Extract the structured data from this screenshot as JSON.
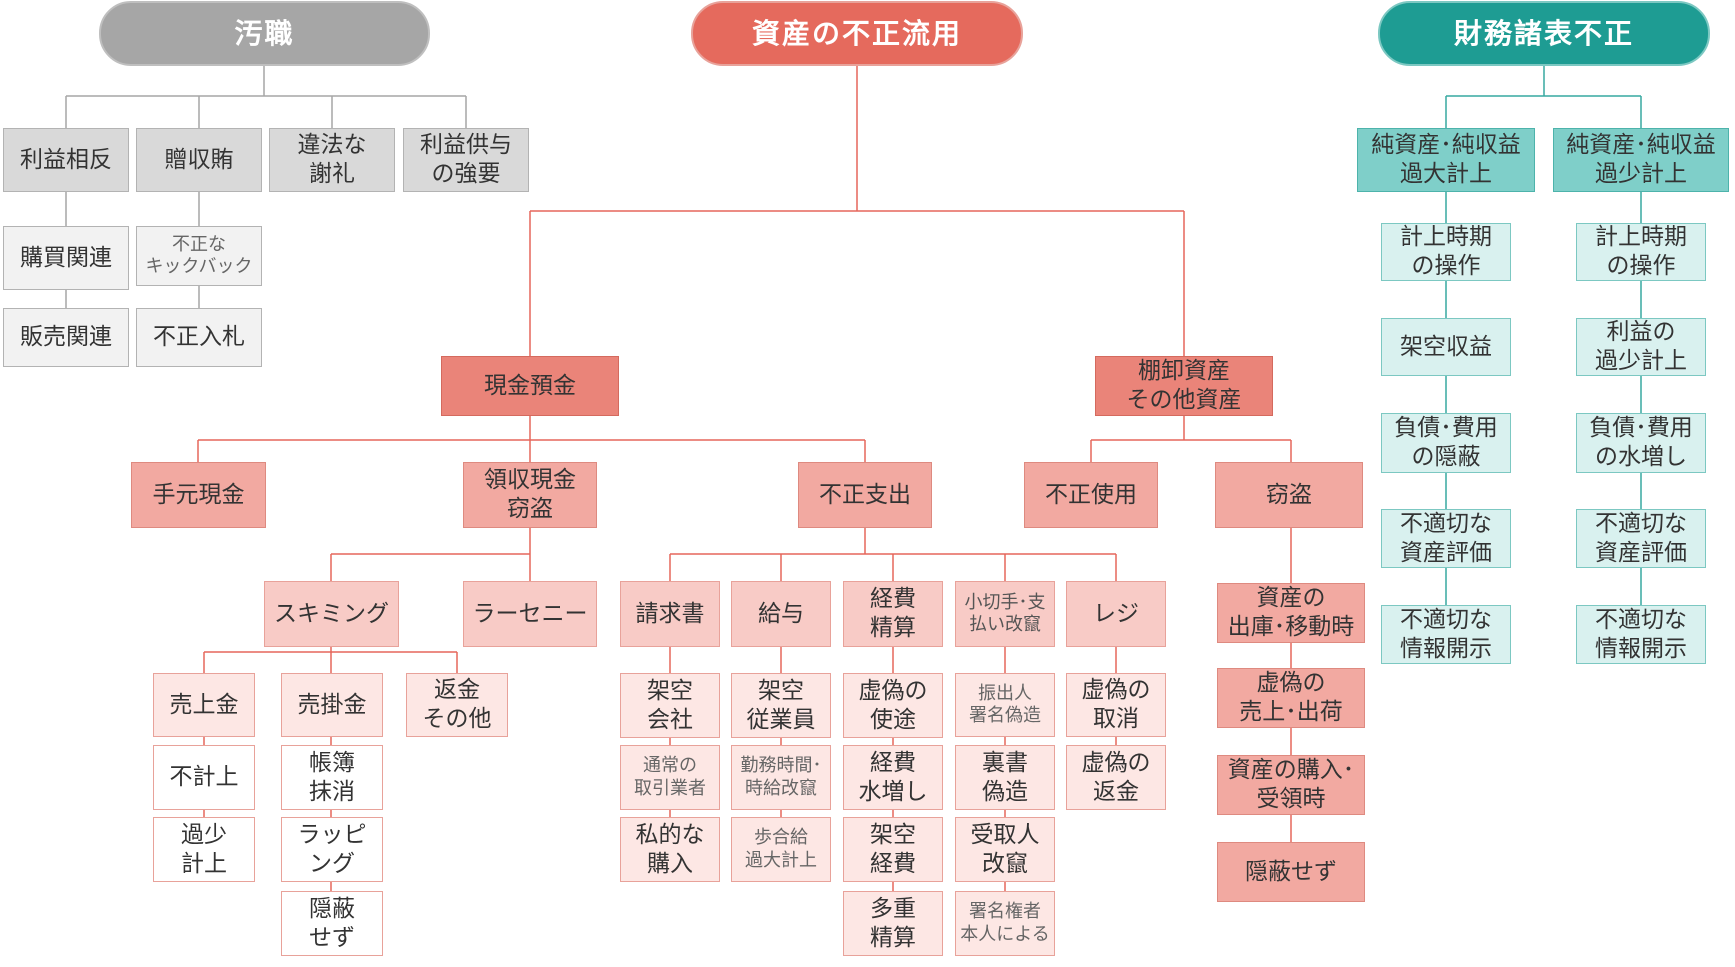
{
  "headers": {
    "corruption": "汚職",
    "misappropriation": "資産の不正流用",
    "fraud_statements": "財務諸表不正"
  },
  "corruption": {
    "conflict": "利益相反",
    "purchase": "購買関連",
    "sales": "販売関連",
    "bribery": "贈収賄",
    "kickback": "不正な\nキックバック",
    "bid_rigging": "不正入札",
    "illegal_gratuity": "違法な\n謝礼",
    "extortion": "利益供与\nの強要"
  },
  "cash": {
    "title": "現金預金",
    "on_hand": "手元現金",
    "receipts": "領収現金\n窃盗",
    "skimming": "スキミング",
    "larceny": "ラーセニー",
    "sales": "売上金",
    "unrecorded": "不計上",
    "understated": "過少\n計上",
    "receivables": "売掛金",
    "write_off": "帳簿\n抹消",
    "lapping": "ラッピ\nング",
    "not_concealed": "隠蔽\nせず",
    "refunds": "返金\nその他",
    "disbursements": "不正支出",
    "billing": "請求書",
    "shell_company": "架空\n会社",
    "normal_vendor": "通常の\n取引業者",
    "personal_purchase": "私的な\n購入",
    "payroll": "給与",
    "ghost_employee": "架空\n従業員",
    "falsified_hours": "勤務時間･\n時給改竄",
    "commission": "歩合給\n過大計上",
    "expense": "経費\n精算",
    "mischaracterized": "虚偽の\n使途",
    "overstated": "経費\n水増し",
    "fictitious": "架空\n経費",
    "multiple": "多重\n精算",
    "check": "小切手･支\n払い改竄",
    "forged_maker": "振出人\n署名偽造",
    "forged_endorse": "裏書\n偽造",
    "altered_payee": "受取人\n改竄",
    "authorized_maker": "署名権者\n本人による",
    "register": "レジ",
    "false_void": "虚偽の\n取消",
    "false_refund": "虚偽の\n返金"
  },
  "inventory": {
    "title": "棚卸資産\nその他資産",
    "misuse": "不正使用",
    "theft": "窃盗",
    "transfer": "資産の\n出庫･移動時",
    "false_sales": "虚偽の\n売上･出荷",
    "purchasing": "資産の購入･\n受領時",
    "not_concealed": "隠蔽せず"
  },
  "statements": {
    "over": "純資産･純収益\n過大計上",
    "under": "純資産･純収益\n過少計上",
    "over_items": [
      "計上時期\nの操作",
      "架空収益",
      "負債･費用\nの隠蔽",
      "不適切な\n資産評価",
      "不適切な\n情報開示"
    ],
    "under_items": [
      "計上時期\nの操作",
      "利益の\n過少計上",
      "負債･費用\nの水増し",
      "不適切な\n資産評価",
      "不適切な\n情報開示"
    ]
  },
  "colors": {
    "gray_line": "#a6a6a6",
    "red_line": "#e5675b",
    "teal_line": "#37a9a1"
  }
}
